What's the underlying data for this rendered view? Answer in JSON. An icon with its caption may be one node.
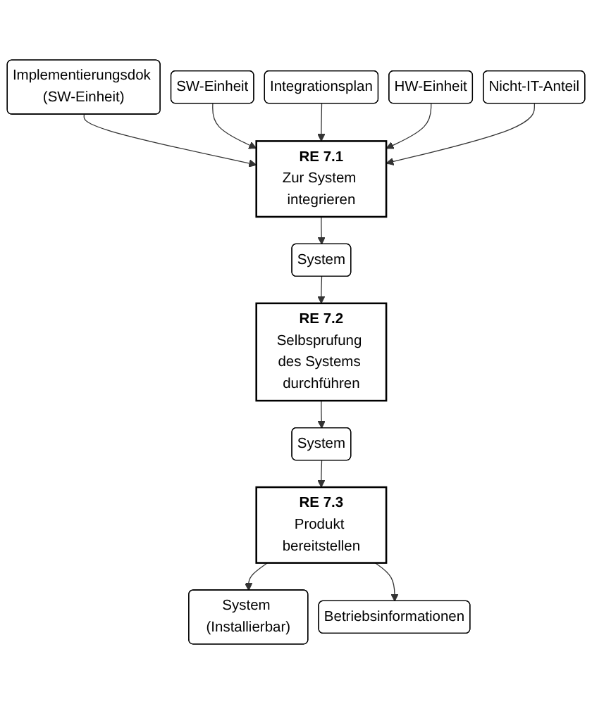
{
  "diagram": {
    "nodes": [
      {
        "text": [
          "Implementierungsdok (SW-Einheit)"
        ]
      },
      {
        "text": [
          "SW-Einheit"
        ]
      },
      {
        "text": [
          "Integrationsplan"
        ]
      },
      {
        "text": [
          "HW-Einheit"
        ]
      },
      {
        "text": [
          "Nicht-IT-Anteil"
        ]
      },
      {
        "text": [
          "RE 7.1",
          "Zur System integrieren"
        ]
      },
      {
        "text": [
          "System"
        ]
      },
      {
        "text": [
          "RE 7.2",
          "Selbsprufung des Systems durchführen"
        ]
      },
      {
        "text": [
          "System"
        ]
      },
      {
        "text": [
          "RE 7.3",
          "Produkt bereitstellen"
        ]
      },
      {
        "text": [
          "System (Installierbar)"
        ]
      },
      {
        "text": [
          "Betriebsinformationen"
        ]
      }
    ],
    "edges": [
      {
        "from": 0,
        "to": 5,
        "arrow": "to"
      },
      {
        "from": 1,
        "to": 5,
        "arrow": "to"
      },
      {
        "from": 2,
        "to": 5,
        "arrow": "to"
      },
      {
        "from": 3,
        "to": 5,
        "arrow": "to"
      },
      {
        "from": 4,
        "to": 5,
        "arrow": "to"
      },
      {
        "from": 5,
        "to": 6,
        "arrow": "to"
      },
      {
        "from": 6,
        "to": 7,
        "arrow": "to"
      },
      {
        "from": 7,
        "to": 8,
        "arrow": "to"
      },
      {
        "from": 8,
        "to": 9,
        "arrow": "to"
      },
      {
        "from": 9,
        "to": 10,
        "arrow": "to"
      },
      {
        "from": 9,
        "to": 11,
        "arrow": "to"
      }
    ]
  }
}
